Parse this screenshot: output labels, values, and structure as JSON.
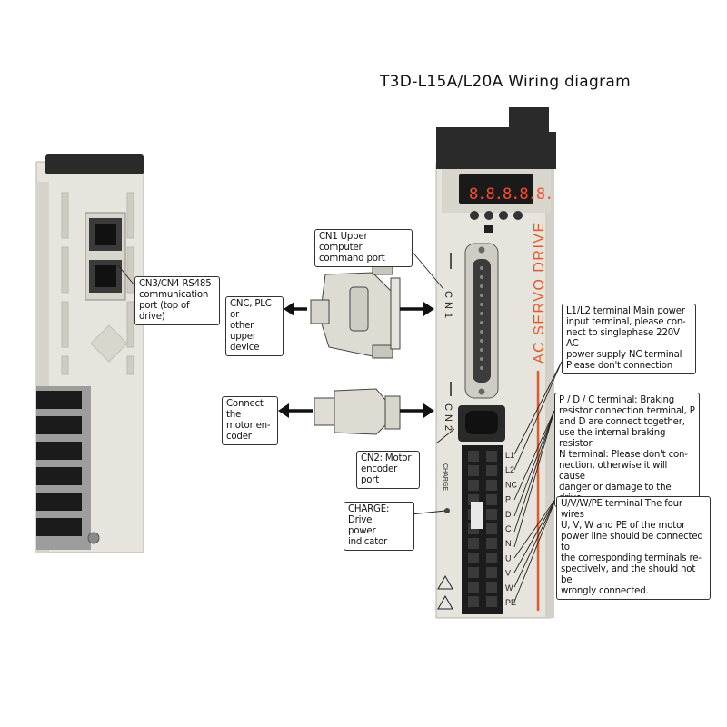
{
  "title": "T3D-L15A/L20A Wiring diagram",
  "colors": {
    "drive_body": "#e6e4dc",
    "drive_shadow": "#cfccc3",
    "top_cap": "#2a2a2a",
    "display_bg": "#1a1a1a",
    "accent_line": "#e35a2a",
    "terminal_block": "#1c1c1c",
    "arrow": "#111111"
  },
  "display": {
    "digits": "8.8.8.8.8."
  },
  "drive_labels": {
    "brand_text": "AC SERVO  DRIVE",
    "cn1": "CN1",
    "cn2": "CN2",
    "charge": "CHARGE",
    "terminals": [
      "L1",
      "L2",
      "NC",
      "P",
      "D",
      "C",
      "N",
      "U",
      "V",
      "W",
      "PE"
    ]
  },
  "callouts": {
    "cn1_port": "CN1 Upper computer\ncommand port",
    "cn3_cn4": "CN3/CN4 RS485\ncommunication\nport (top of drive)",
    "cnc_plc": "CNC, PLC or\nother upper\ndevice",
    "encoder_connect": "Connect the\nmotor en-\ncoder",
    "cn2_port": "CN2: Motor\nencoder port",
    "charge": "CHARGE: Drive\npower indicator",
    "l1_l2": "L1/L2 terminal Main power\ninput terminal, please con-\nnect to singlephase 220V AC\npower supply NC terminal\nPlease don't connection",
    "pdc": "P / D / C terminal:  Braking\nresistor connection terminal, P\nand D are connect together,\nuse the internal braking resistor\nN terminal:  Please don't con-\nnection, otherwise it will cause\ndanger or damage to the drive.",
    "uvw": "U/V/W/PE terminal The four wires\nU, V, W and PE of the motor\npower line should be connected to\nthe corresponding terminals re-\nspectively, and the  should not be\nwrongly connected."
  }
}
